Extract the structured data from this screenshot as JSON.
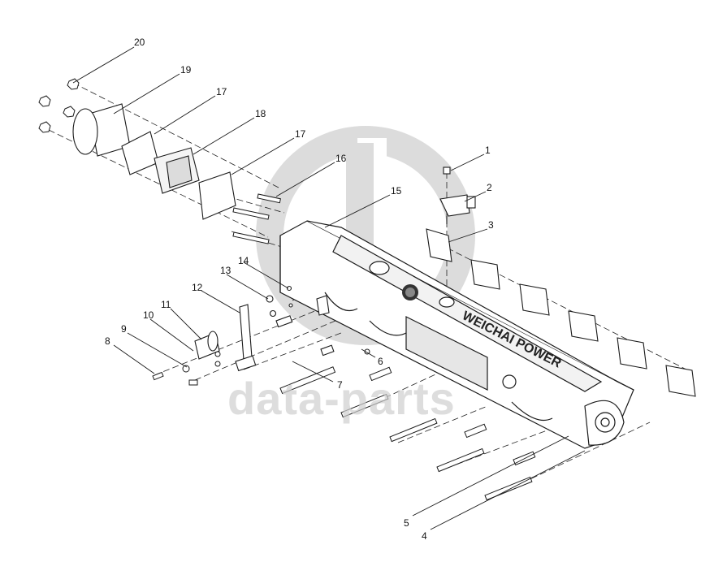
{
  "watermark": {
    "text": "data-parts",
    "logo": "GP"
  },
  "brand_text": "WEICHAI POWER",
  "callouts": [
    {
      "id": "c1",
      "label": "1"
    },
    {
      "id": "c2",
      "label": "2"
    },
    {
      "id": "c3",
      "label": "3"
    },
    {
      "id": "c4",
      "label": "4"
    },
    {
      "id": "c5",
      "label": "5"
    },
    {
      "id": "c6",
      "label": "6"
    },
    {
      "id": "c7",
      "label": "7"
    },
    {
      "id": "c8",
      "label": "8"
    },
    {
      "id": "c9",
      "label": "9"
    },
    {
      "id": "c10",
      "label": "10"
    },
    {
      "id": "c11",
      "label": "11"
    },
    {
      "id": "c12",
      "label": "12"
    },
    {
      "id": "c13",
      "label": "13"
    },
    {
      "id": "c14",
      "label": "14"
    },
    {
      "id": "c15",
      "label": "15"
    },
    {
      "id": "c16",
      "label": "16"
    },
    {
      "id": "c17a",
      "label": "17"
    },
    {
      "id": "c17b",
      "label": "17"
    },
    {
      "id": "c18",
      "label": "18"
    },
    {
      "id": "c19",
      "label": "19"
    },
    {
      "id": "c20",
      "label": "20"
    }
  ],
  "colors": {
    "line": "#1a1a1a",
    "watermark": "#cfcfcf",
    "fill": "#ffffff",
    "shade": "#e6e6e6"
  }
}
